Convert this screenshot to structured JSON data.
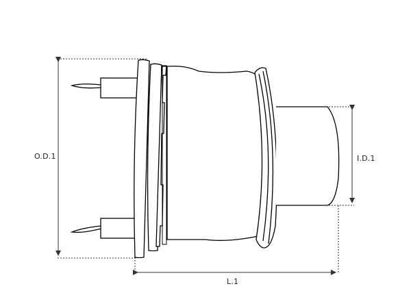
{
  "diagram": {
    "type": "technical-drawing",
    "subject": "starter solenoid / cap with terminals",
    "colors": {
      "line": "#000000",
      "dimension": "#333333",
      "background": "#ffffff"
    },
    "dimensions": {
      "outer_diameter": {
        "label": "O.D.1"
      },
      "inner_diameter": {
        "label": "I.D.1"
      },
      "length": {
        "label": "L.1"
      }
    }
  }
}
